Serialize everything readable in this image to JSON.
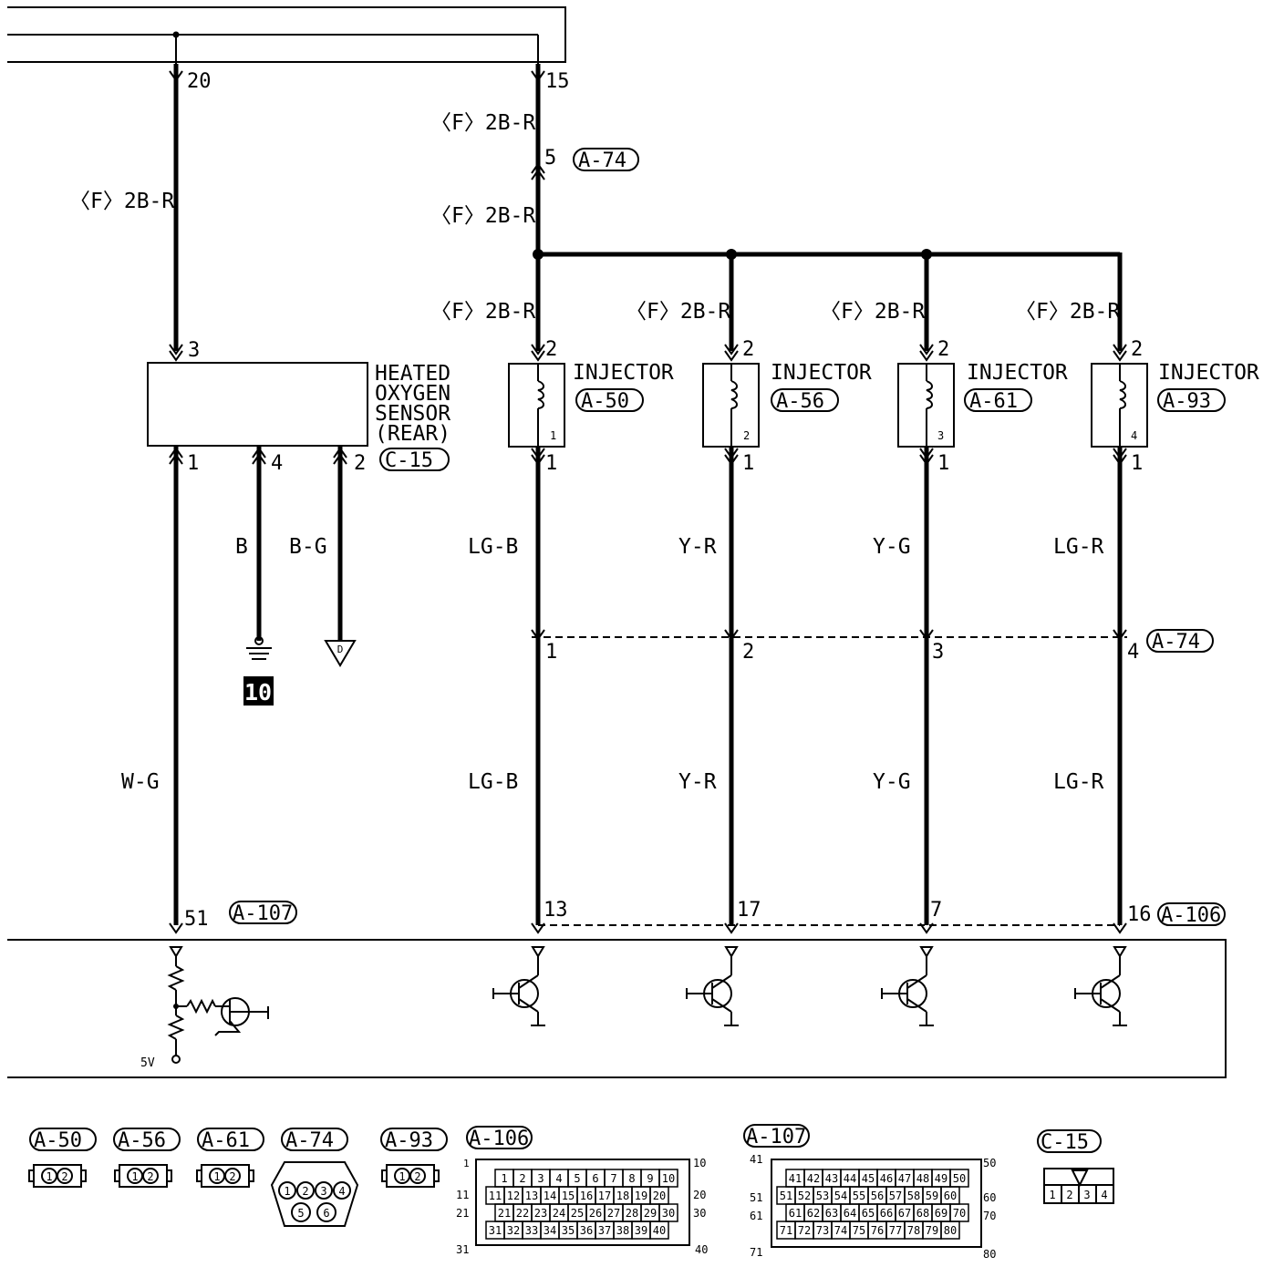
{
  "wire_color_2b_r": "〈F〉2B-R",
  "pins": {
    "top_20": "20",
    "top_15": "15",
    "a74_5": "5",
    "sensor_3": "3",
    "sensor_1": "1",
    "sensor_4": "4",
    "sensor_2": "2",
    "inj_top": "2",
    "inj_bottom": "1",
    "a74_1": "1",
    "a74_2": "2",
    "a74_3": "3",
    "a74_4": "4",
    "ecu_51": "51",
    "ecu_13": "13",
    "ecu_17": "17",
    "ecu_7": "7",
    "ecu_16": "16"
  },
  "connectors": {
    "a74": "A-74",
    "a50": "A-50",
    "a56": "A-56",
    "a61": "A-61",
    "a93": "A-93",
    "c15": "C-15",
    "a107": "A-107",
    "a106": "A-106"
  },
  "sensor": {
    "line1": "HEATED",
    "line2": "OXYGEN",
    "line3": "SENSOR",
    "line4": "(REAR)"
  },
  "injector_title": "INJECTOR",
  "injector_numbers": [
    "1",
    "2",
    "3",
    "4"
  ],
  "wires": {
    "b": "B",
    "b_g": "B-G",
    "w_g": "W-G",
    "lg_b": "LG-B",
    "y_r": "Y-R",
    "y_g": "Y-G",
    "lg_r": "LG-R"
  },
  "ground_number": "10",
  "ground_letter": "D",
  "supply_5v": "5V",
  "legend": {
    "two_pin": [
      "1",
      "2"
    ],
    "a74_pins": [
      "1",
      "2",
      "3",
      "4",
      "5",
      "6"
    ],
    "a106_corner": {
      "tl": "1",
      "tr": "10",
      "ml": "11",
      "mr": "20",
      "l3": "21",
      "r3": "30",
      "bl": "31",
      "br": "40"
    },
    "a106_rows": [
      [
        "1",
        "2",
        "3",
        "4",
        "5",
        "6",
        "7",
        "8",
        "9",
        "10"
      ],
      [
        "11",
        "12",
        "13",
        "14",
        "15",
        "16",
        "17",
        "18",
        "19",
        "20"
      ],
      [
        "21",
        "22",
        "23",
        "24",
        "25",
        "26",
        "27",
        "28",
        "29",
        "30"
      ],
      [
        "31",
        "32",
        "33",
        "34",
        "35",
        "36",
        "37",
        "38",
        "39",
        "40"
      ]
    ],
    "a107_corner": {
      "tl": "41",
      "tr": "50",
      "ml": "51",
      "mr": "60",
      "l3": "61",
      "r3": "70",
      "bl": "71",
      "br": "80"
    },
    "a107_rows": [
      [
        "41",
        "42",
        "43",
        "44",
        "45",
        "46",
        "47",
        "48",
        "49",
        "50"
      ],
      [
        "51",
        "52",
        "53",
        "54",
        "55",
        "56",
        "57",
        "58",
        "59",
        "60"
      ],
      [
        "61",
        "62",
        "63",
        "64",
        "65",
        "66",
        "67",
        "68",
        "69",
        "70"
      ],
      [
        "71",
        "72",
        "73",
        "74",
        "75",
        "76",
        "77",
        "78",
        "79",
        "80"
      ]
    ],
    "c15_pins": [
      "1",
      "2",
      "3",
      "4"
    ]
  }
}
